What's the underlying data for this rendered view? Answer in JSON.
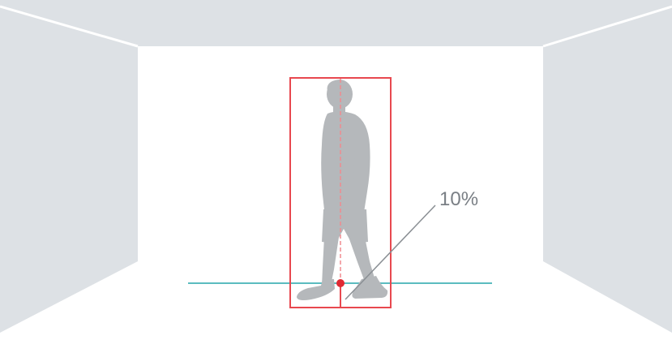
{
  "diagram": {
    "callout_label": "10%",
    "colors": {
      "room_walls": "#dde1e5",
      "room_back": "#ffffff",
      "room_edges": "#ffffff",
      "person": "#b5b8bb",
      "bounding_box": "#e8484f",
      "center_line": "#f08a8f",
      "anchor_point": "#e02a33",
      "trigger_line": "#5bbcc0",
      "callout_line": "#8a8f94",
      "callout_text": "#7a7f85"
    },
    "icons": {
      "person": "walking-person-silhouette",
      "anchor": "dot"
    }
  }
}
